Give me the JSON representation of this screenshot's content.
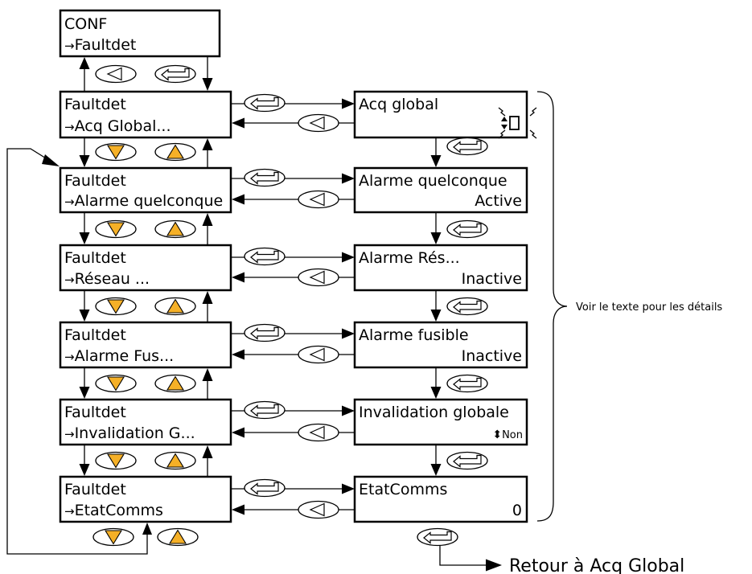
{
  "left_column": {
    "top_screen": {
      "line1": "CONF",
      "line2": "Faultdet"
    },
    "screens": [
      {
        "line1": "Faultdet",
        "line2": "Acq Global..."
      },
      {
        "line1": "Faultdet",
        "line2": "Alarme quelconque"
      },
      {
        "line1": "Faultdet",
        "line2": "Réseau ..."
      },
      {
        "line1": "Faultdet",
        "line2": "Alarme Fus..."
      },
      {
        "line1": "Faultdet",
        "line2": "Invalidation G..."
      },
      {
        "line1": "Faultdet",
        "line2": "EtatComms"
      }
    ],
    "pointer_glyph": "→"
  },
  "right_column": {
    "screens": [
      {
        "line1": "Acq global",
        "line2": ""
      },
      {
        "line1": "Alarme quelconque",
        "line2": "Active"
      },
      {
        "line1": "Alarme Rés...",
        "line2": "Inactive"
      },
      {
        "line1": "Alarme fusible",
        "line2": "Inactive"
      },
      {
        "line1": "Invalidation globale",
        "line2": "Non"
      },
      {
        "line1": "EtatComms",
        "line2": "0"
      }
    ],
    "updown_glyph": "⬍"
  },
  "annotations": {
    "brace_note": "Voir le texte pour les détails",
    "return_label": "Retour à Acq Global"
  },
  "colors": {
    "scroll_button_fill": "#f5b027",
    "stroke": "#000000",
    "background": "#ffffff"
  },
  "icons": {
    "scroll_down": "down-triangle-button",
    "scroll_up": "up-triangle-button",
    "back": "left-triangle-button",
    "enter": "enter-arrow-button",
    "flash_indicator": "flashing-value-icon"
  }
}
